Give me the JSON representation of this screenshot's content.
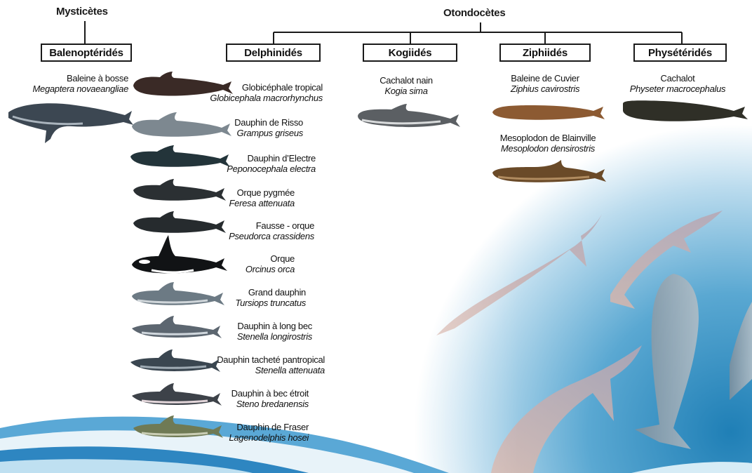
{
  "groups": {
    "mysticetes": "Mysticètes",
    "odontocetes": "Otondocètes"
  },
  "families": {
    "balenopterides": "Balenoptéridés",
    "delphinides": "Delphinidés",
    "kogiides": "Kogiidés",
    "ziphiides": "Ziphiidés",
    "physeterides": "Physétéridés"
  },
  "species": {
    "baleine_a_bosse": {
      "common": "Baleine à bosse",
      "latin": "Megaptera novaeangliae"
    },
    "globicephale": {
      "common": "Globicéphale tropical",
      "latin": "Globicephala macrorhynchus"
    },
    "risso": {
      "common": "Dauphin de Risso",
      "latin": "Grampus griseus"
    },
    "electre": {
      "common": "Dauphin d’Electre",
      "latin": "Peponocephala electra"
    },
    "orque_pygmee": {
      "common": "Orque pygmée",
      "latin": "Feresa attenuata"
    },
    "fausse_orque": {
      "common": "Fausse - orque",
      "latin": "Pseudorca crassidens"
    },
    "orque": {
      "common": "Orque",
      "latin": "Orcinus orca"
    },
    "grand_dauphin": {
      "common": "Grand dauphin",
      "latin": "Tursiops truncatus"
    },
    "long_bec": {
      "common": "Dauphin à long bec",
      "latin": "Stenella longirostris"
    },
    "tachete": {
      "common": "Dauphin tacheté pantropical",
      "latin": "Stenella attenuata"
    },
    "bec_etroit": {
      "common": "Dauphin à bec étroit",
      "latin": "Steno bredanensis"
    },
    "fraser": {
      "common": "Dauphin de Fraser",
      "latin": "Lagenodelphis hosei"
    },
    "cachalot_nain": {
      "common": "Cachalot nain",
      "latin": "Kogia sima"
    },
    "cuvier": {
      "common": "Baleine de Cuvier",
      "latin": "Ziphius cavirostris"
    },
    "blainville": {
      "common": "Mesoplodon de Blainville",
      "latin": "Mesoplodon densirostris"
    },
    "cachalot": {
      "common": "Cachalot",
      "latin": "Physeter macrocephalus"
    }
  },
  "colors": {
    "tree_line": "#1a1a1a",
    "ocean_blue": "#4f9fc9",
    "wave_light": "#cfe6f3",
    "dolphin_pink": "#c9a6a5"
  }
}
